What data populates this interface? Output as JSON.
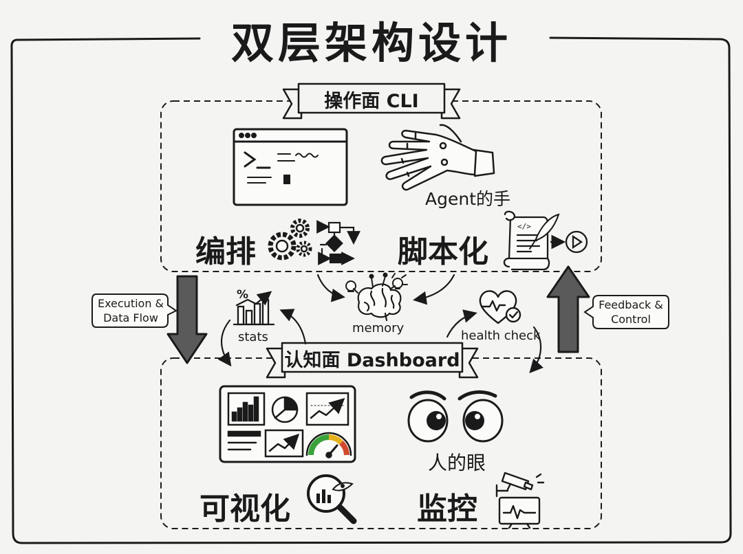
{
  "title": "双层架构设计",
  "top_layer": {
    "banner": "操作面 CLI",
    "left_label": "编排",
    "right_label": "脚本化",
    "hand_caption": "Agent的手"
  },
  "bottom_layer": {
    "banner": "认知面 Dashboard",
    "left_label": "可视化",
    "right_label": "监控",
    "eyes_caption": "人的眼"
  },
  "middle": {
    "memory": "memory",
    "stats": "stats",
    "health": "health check",
    "left_note": [
      "Execution &",
      "Data Flow"
    ],
    "right_note": [
      "Feedback &",
      "Control"
    ]
  },
  "icons": [
    "terminal-window-icon",
    "robot-hand-icon",
    "gears-icon",
    "flowchart-icon",
    "script-scroll-icon",
    "quill-icon",
    "play-button-icon",
    "brain-icon",
    "lightbulb-icon",
    "stats-chart-icon",
    "heart-check-icon",
    "dashboard-panel-icon",
    "eyes-icon",
    "magnifier-chart-icon",
    "security-camera-icon",
    "monitor-waveform-icon"
  ],
  "colors": {
    "ink": "#1a1a1a",
    "paper": "#f4f4f2",
    "gauge_green": "#3aa23a",
    "gauge_yellow": "#e4b21e",
    "gauge_red": "#d24a2e"
  }
}
